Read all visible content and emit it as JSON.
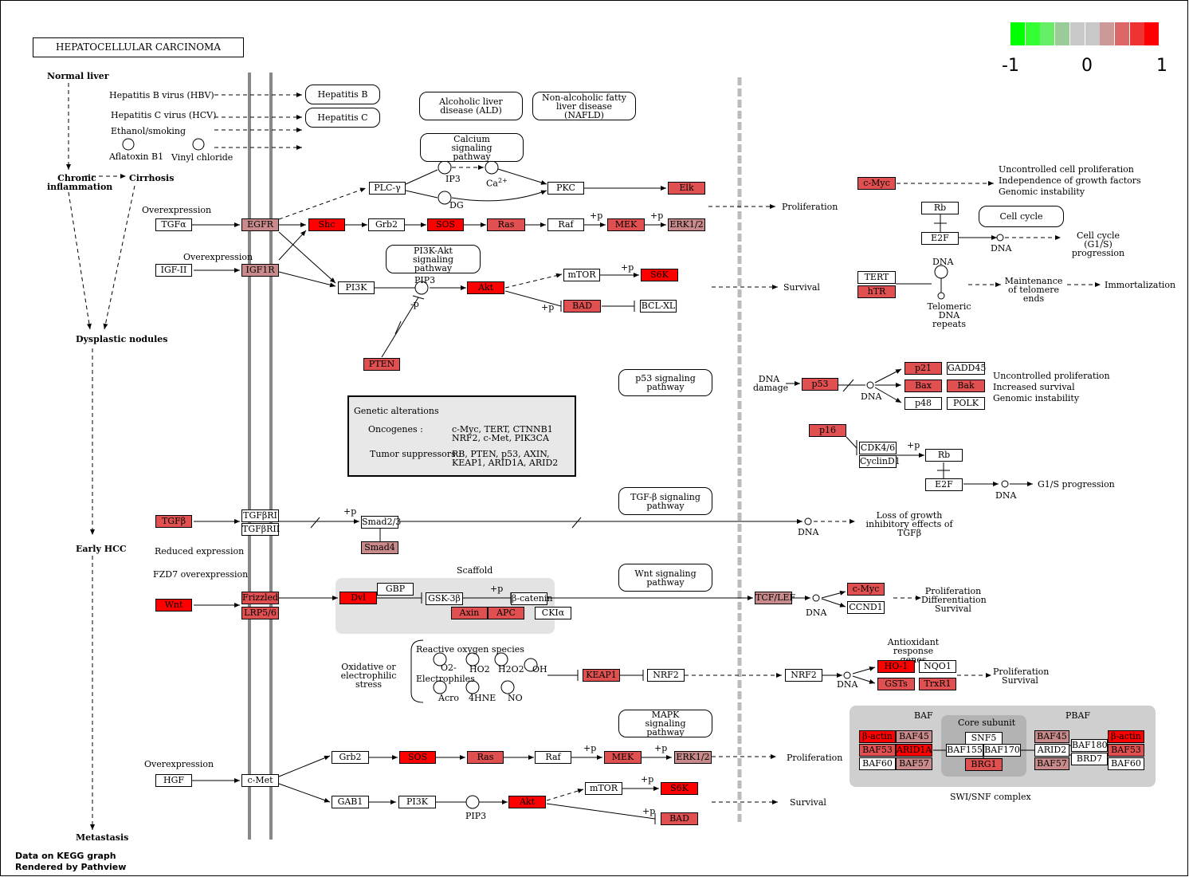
{
  "title": "HEPATOCELLULAR CARCINOMA",
  "legend": {
    "colors": [
      "#00ff00",
      "#33ff33",
      "#66ee66",
      "#99cc99",
      "#c8c8c8",
      "#c8c8c8",
      "#cc9999",
      "#dd6666",
      "#ee3333",
      "#ff0000"
    ],
    "labels": [
      "-1",
      "0",
      "1"
    ]
  },
  "footer": [
    "Data on KEGG graph",
    "Rendered by Pathview"
  ],
  "colors": {
    "red": "#ff0000",
    "mid": "#e05050",
    "pink": "#c88a8a",
    "white": "#ffffff"
  },
  "stages": [
    "Normal liver",
    "Chronic inflammation",
    "Cirrhosis",
    "Dysplastic nodules",
    "Early HCC",
    "Metastasis"
  ],
  "risk_factors": [
    "Hepatitis B virus (HBV)",
    "Hepatitis C virus (HCV)",
    "Ethanol/smoking",
    "Aflatoxin B1",
    "Vinyl chloride"
  ],
  "pathway_boxes": [
    "Hepatitis B",
    "Hepatitis C",
    "Alcoholic liver disease (ALD)",
    "Non-alcoholic fatty liver disease (NAFLD)",
    "Calcium signaling pathway",
    "PI3K-Akt signaling pathway",
    "p53 signaling pathway",
    "TGF-β signaling pathway",
    "Wnt signaling pathway",
    "MAPK signaling pathway",
    "Cell cycle"
  ],
  "genes": [
    {
      "label": "TGFα",
      "c": "white"
    },
    {
      "label": "EGFR",
      "c": "pink"
    },
    {
      "label": "Shc",
      "c": "red"
    },
    {
      "label": "Grb2",
      "c": "white"
    },
    {
      "label": "SOS",
      "c": "red"
    },
    {
      "label": "Ras",
      "c": "mid"
    },
    {
      "label": "Raf",
      "c": "white"
    },
    {
      "label": "MEK",
      "c": "mid"
    },
    {
      "label": "ERK1/2",
      "c": "pink"
    },
    {
      "label": "PLC-γ",
      "c": "white"
    },
    {
      "label": "PKC",
      "c": "white"
    },
    {
      "label": "Elk",
      "c": "mid"
    },
    {
      "label": "IGF-II",
      "c": "white"
    },
    {
      "label": "IGF1R",
      "c": "pink"
    },
    {
      "label": "PI3K",
      "c": "white"
    },
    {
      "label": "Akt",
      "c": "red"
    },
    {
      "label": "mTOR",
      "c": "white"
    },
    {
      "label": "S6K",
      "c": "red"
    },
    {
      "label": "BAD",
      "c": "mid"
    },
    {
      "label": "BCL-XL",
      "c": "white"
    },
    {
      "label": "PTEN",
      "c": "mid"
    },
    {
      "label": "c-Myc",
      "c": "mid"
    },
    {
      "label": "Rb",
      "c": "white"
    },
    {
      "label": "E2F",
      "c": "white"
    },
    {
      "label": "TERT",
      "c": "white"
    },
    {
      "label": "hTR",
      "c": "mid"
    },
    {
      "label": "p21",
      "c": "mid"
    },
    {
      "label": "GADD45",
      "c": "white"
    },
    {
      "label": "Bax",
      "c": "mid"
    },
    {
      "label": "Bak",
      "c": "mid"
    },
    {
      "label": "p48",
      "c": "white"
    },
    {
      "label": "POLK",
      "c": "white"
    },
    {
      "label": "p53",
      "c": "mid"
    },
    {
      "label": "p16",
      "c": "mid"
    },
    {
      "label": "CDK4/6",
      "c": "white"
    },
    {
      "label": "CyclinD1",
      "c": "white"
    },
    {
      "label": "Rb",
      "c": "white"
    },
    {
      "label": "E2F",
      "c": "white"
    },
    {
      "label": "TGFβ",
      "c": "mid"
    },
    {
      "label": "TGFβRI",
      "c": "white"
    },
    {
      "label": "TGFβRII",
      "c": "white"
    },
    {
      "label": "Smad2/3",
      "c": "white"
    },
    {
      "label": "Smad4",
      "c": "pink"
    },
    {
      "label": "Wnt",
      "c": "red"
    },
    {
      "label": "Frizzled",
      "c": "mid"
    },
    {
      "label": "LRP5/6",
      "c": "mid"
    },
    {
      "label": "Dvl",
      "c": "red"
    },
    {
      "label": "GBP",
      "c": "white"
    },
    {
      "label": "GSK-3β",
      "c": "white"
    },
    {
      "label": "β-catenin",
      "c": "white"
    },
    {
      "label": "Axin",
      "c": "mid"
    },
    {
      "label": "APC",
      "c": "mid"
    },
    {
      "label": "CKIα",
      "c": "white"
    },
    {
      "label": "TCF/LEF",
      "c": "pink"
    },
    {
      "label": "c-Myc",
      "c": "mid"
    },
    {
      "label": "CCND1",
      "c": "white"
    },
    {
      "label": "KEAP1",
      "c": "mid"
    },
    {
      "label": "NRF2",
      "c": "white"
    },
    {
      "label": "NRF2",
      "c": "white"
    },
    {
      "label": "HO-1",
      "c": "red"
    },
    {
      "label": "NQO1",
      "c": "white"
    },
    {
      "label": "GSTs",
      "c": "mid"
    },
    {
      "label": "TrxR1",
      "c": "mid"
    },
    {
      "label": "HGF",
      "c": "white"
    },
    {
      "label": "c-Met",
      "c": "white"
    },
    {
      "label": "Grb2",
      "c": "white"
    },
    {
      "label": "SOS",
      "c": "red"
    },
    {
      "label": "Ras",
      "c": "mid"
    },
    {
      "label": "Raf",
      "c": "white"
    },
    {
      "label": "MEK",
      "c": "mid"
    },
    {
      "label": "ERK1/2",
      "c": "pink"
    },
    {
      "label": "GAB1",
      "c": "white"
    },
    {
      "label": "PI3K",
      "c": "white"
    },
    {
      "label": "Akt",
      "c": "red"
    },
    {
      "label": "mTOR",
      "c": "white"
    },
    {
      "label": "S6K",
      "c": "red"
    },
    {
      "label": "BAD",
      "c": "mid"
    },
    {
      "label": "β-actin",
      "c": "red"
    },
    {
      "label": "BAF45",
      "c": "pink"
    },
    {
      "label": "BAF53",
      "c": "mid"
    },
    {
      "label": "ARID1A",
      "c": "red"
    },
    {
      "label": "BAF60",
      "c": "white"
    },
    {
      "label": "BAF57",
      "c": "pink"
    },
    {
      "label": "SNF5",
      "c": "white"
    },
    {
      "label": "BAF155",
      "c": "white"
    },
    {
      "label": "BAF170",
      "c": "white"
    },
    {
      "label": "BRG1",
      "c": "mid"
    },
    {
      "label": "BAF45",
      "c": "pink"
    },
    {
      "label": "ARID2",
      "c": "white"
    },
    {
      "label": "BAF57",
      "c": "pink"
    },
    {
      "label": "BAF180",
      "c": "white"
    },
    {
      "label": "BRD7",
      "c": "white"
    },
    {
      "label": "β-actin",
      "c": "red"
    },
    {
      "label": "BAF53",
      "c": "mid"
    },
    {
      "label": "BAF60",
      "c": "white"
    }
  ],
  "labels": {
    "overexpression": "Overexpression",
    "reduced_expression": "Reduced expression",
    "fzd7": "FZD7 overexpression",
    "proliferation": "Proliferation",
    "survival": "Survival",
    "dna": "DNA",
    "ip3": "IP3",
    "ca": "Ca",
    "ca_sup": "2+",
    "dg": "DG",
    "pip3": "PIP3",
    "minus_p": "-p",
    "plus_p": "+p",
    "uncontrolled1": [
      "Uncontrolled cell proliferation",
      "Independence of growth factors",
      "Genomic instability"
    ],
    "g1s_progression": "Cell cycle (G1/S) progression",
    "telomeric": "Telomeric DNA repeats",
    "maintenance": "Maintenance of telomere ends",
    "immortalization": "Immortalization",
    "dna_damage": "DNA damage",
    "uncontrolled2": [
      "Uncontrolled proliferation",
      "Increased survival",
      "Genomic instability"
    ],
    "g1s_2": "G1/S progression",
    "loss_growth": "Loss of growth inhibitory effects of TGFβ",
    "scaffold": "Scaffold",
    "prolif_diff": [
      "Proliferation",
      "Differentiation",
      "Survival"
    ],
    "ros": "Reactive oxygen species",
    "oxidative": "Oxidative or electrophilic stress",
    "electrophiles": "Electrophiles",
    "o2": "O2-",
    "ho2": "HO2",
    "h2o2": "H2O2",
    "oh": "OH",
    "acro": "Acro",
    "hne": "4HNE",
    "no": "NO",
    "antioxidant": "Antioxidant response genes",
    "prolif_surv": [
      "Proliferation",
      "Survival"
    ],
    "baf": "BAF",
    "pbaf": "PBAF",
    "core": "Core subunit",
    "swisnf": "SWI/SNF complex",
    "genetic_title": "Genetic alterations",
    "oncogenes_lbl": "Oncogenes :",
    "oncogenes_val": "c-Myc, TERT, CTNNB1 NRF2, c-Met, PIK3CA",
    "tumor_lbl": "Tumor suppressors :",
    "tumor_val": "RB, PTEN, p53, AXIN, KEAP1, ARID1A, ARID2"
  }
}
